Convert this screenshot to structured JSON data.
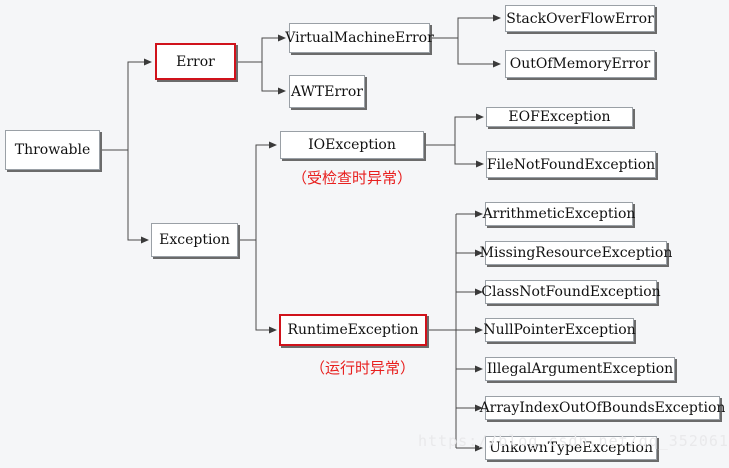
{
  "nodes": {
    "throwable": "Throwable",
    "error": "Error",
    "exception": "Exception",
    "virtual_machine_error": "VirtualMachineError",
    "awt_error": "AWTError",
    "stack_overflow_error": "StackOverFlowError",
    "out_of_memory_error": "OutOfMemoryError",
    "io_exception": "IOException",
    "eof_exception": "EOFException",
    "file_not_found_exception": "FileNotFoundException",
    "runtime_exception": "RuntimeException",
    "arithmetic_exception": "ArrithmeticException",
    "missing_resource_exception": "MissingResourceException",
    "class_not_found_exception": "ClassNotFoundException",
    "null_pointer_exception": "NullPointerException",
    "illegal_argument_exception": "IllegalArgumentException",
    "array_index_exception": "ArrayIndexOutOfBoundsException",
    "unknown_type_exception": "UnkownTypeException"
  },
  "notes": {
    "checked": "（受检查时异常）",
    "runtime": "（运行时异常）"
  },
  "watermark": "https://blog.csdn.net/qq_352061",
  "colors": {
    "highlight": "#d0121b",
    "note_text": "#e8201f",
    "background": "#f5f6f8"
  }
}
